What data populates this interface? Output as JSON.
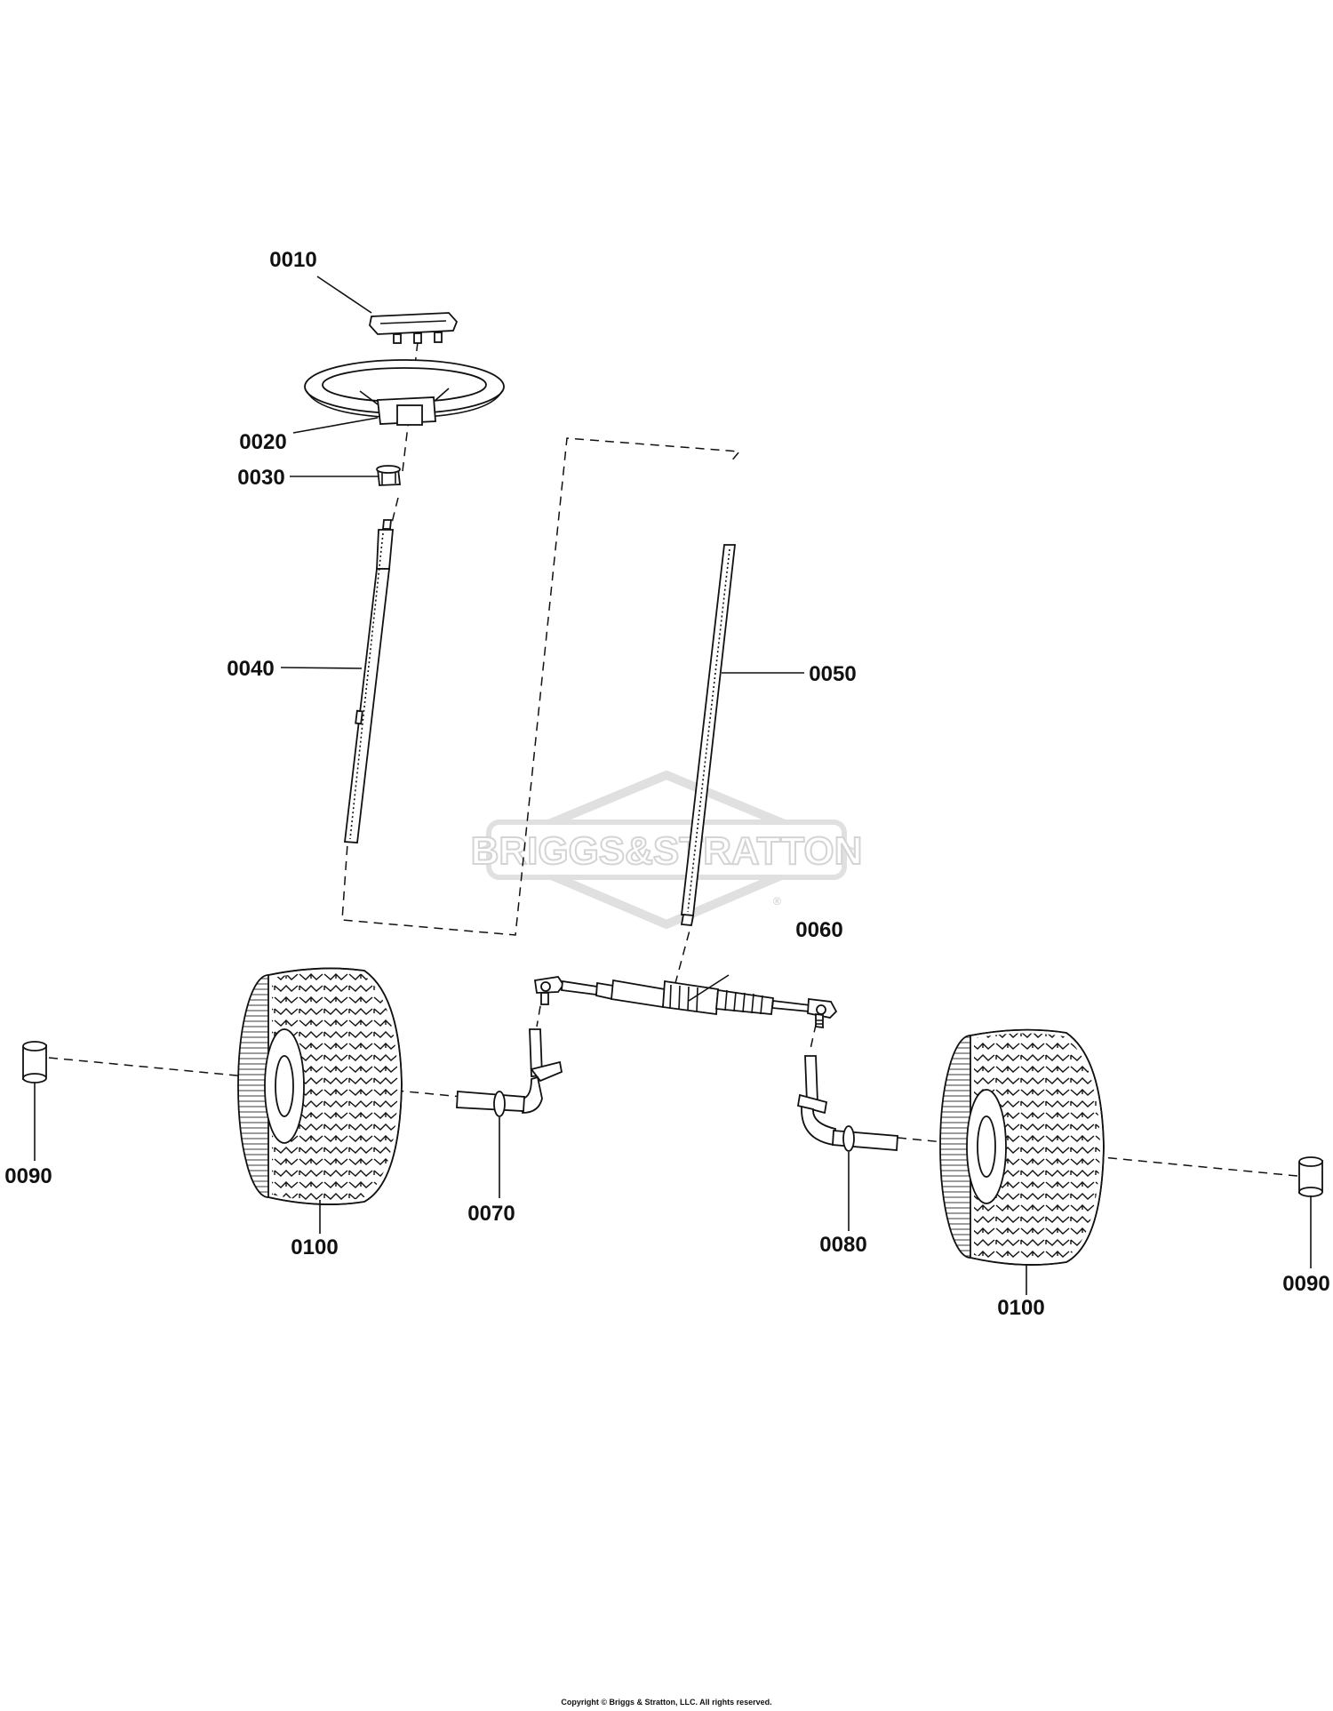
{
  "watermark": {
    "brand": "BRIGGS&STRATTON",
    "registered_mark": "®"
  },
  "callouts": {
    "c0010": "0010",
    "c0020": "0020",
    "c0030": "0030",
    "c0040": "0040",
    "c0050": "0050",
    "c0060": "0060",
    "c0070": "0070",
    "c0080": "0080",
    "c0090_left": "0090",
    "c0090_right": "0090",
    "c0100_left": "0100",
    "c0100_right": "0100"
  },
  "footer": {
    "copyright": "Copyright © Briggs & Stratton, LLC. All rights reserved."
  }
}
